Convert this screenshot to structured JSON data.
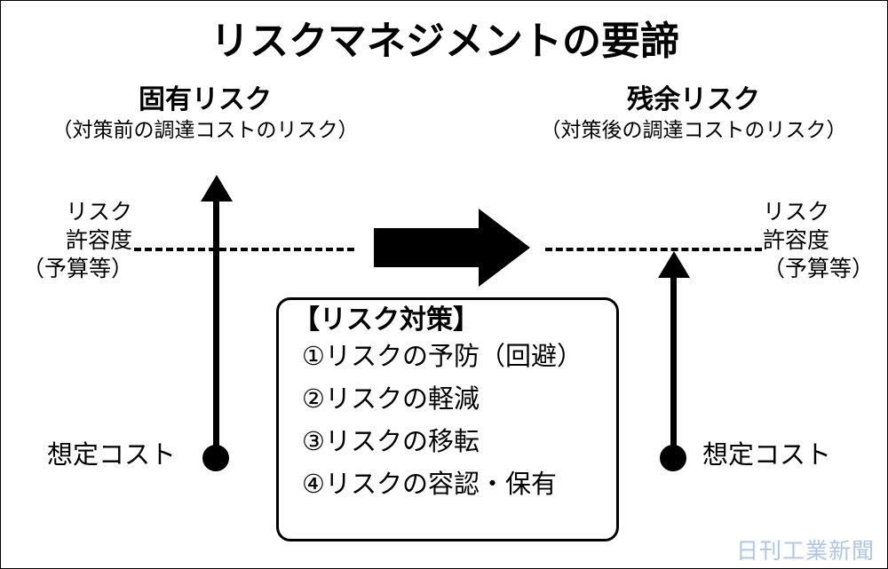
{
  "title": "リスクマネジメントの要諦",
  "columns": {
    "inherent": {
      "heading": "固有リスク",
      "subheading": "（対策前の調達コストのリスク）",
      "tolerance_label": [
        "リスク",
        "許容度",
        "（予算等）"
      ],
      "cost_label": "想定コスト"
    },
    "residual": {
      "heading": "残余リスク",
      "subheading": "（対策後の調達コストのリスク）",
      "tolerance_label": [
        "リスク",
        "許容度",
        "（予算等）"
      ],
      "cost_label": "想定コスト"
    }
  },
  "transition_arrow": {
    "icon": "right-block-arrow-icon",
    "color": "#000000"
  },
  "measures": {
    "title": "【リスク対策】",
    "items": [
      "①リスクの予防（回避）",
      "②リスクの軽減",
      "③リスクの移転",
      "④リスクの容認・保有"
    ]
  },
  "watermark": "日刊工業新聞",
  "colors": {
    "ink": "#000000",
    "background": "#ffffff",
    "watermark": "#aec6ea"
  }
}
